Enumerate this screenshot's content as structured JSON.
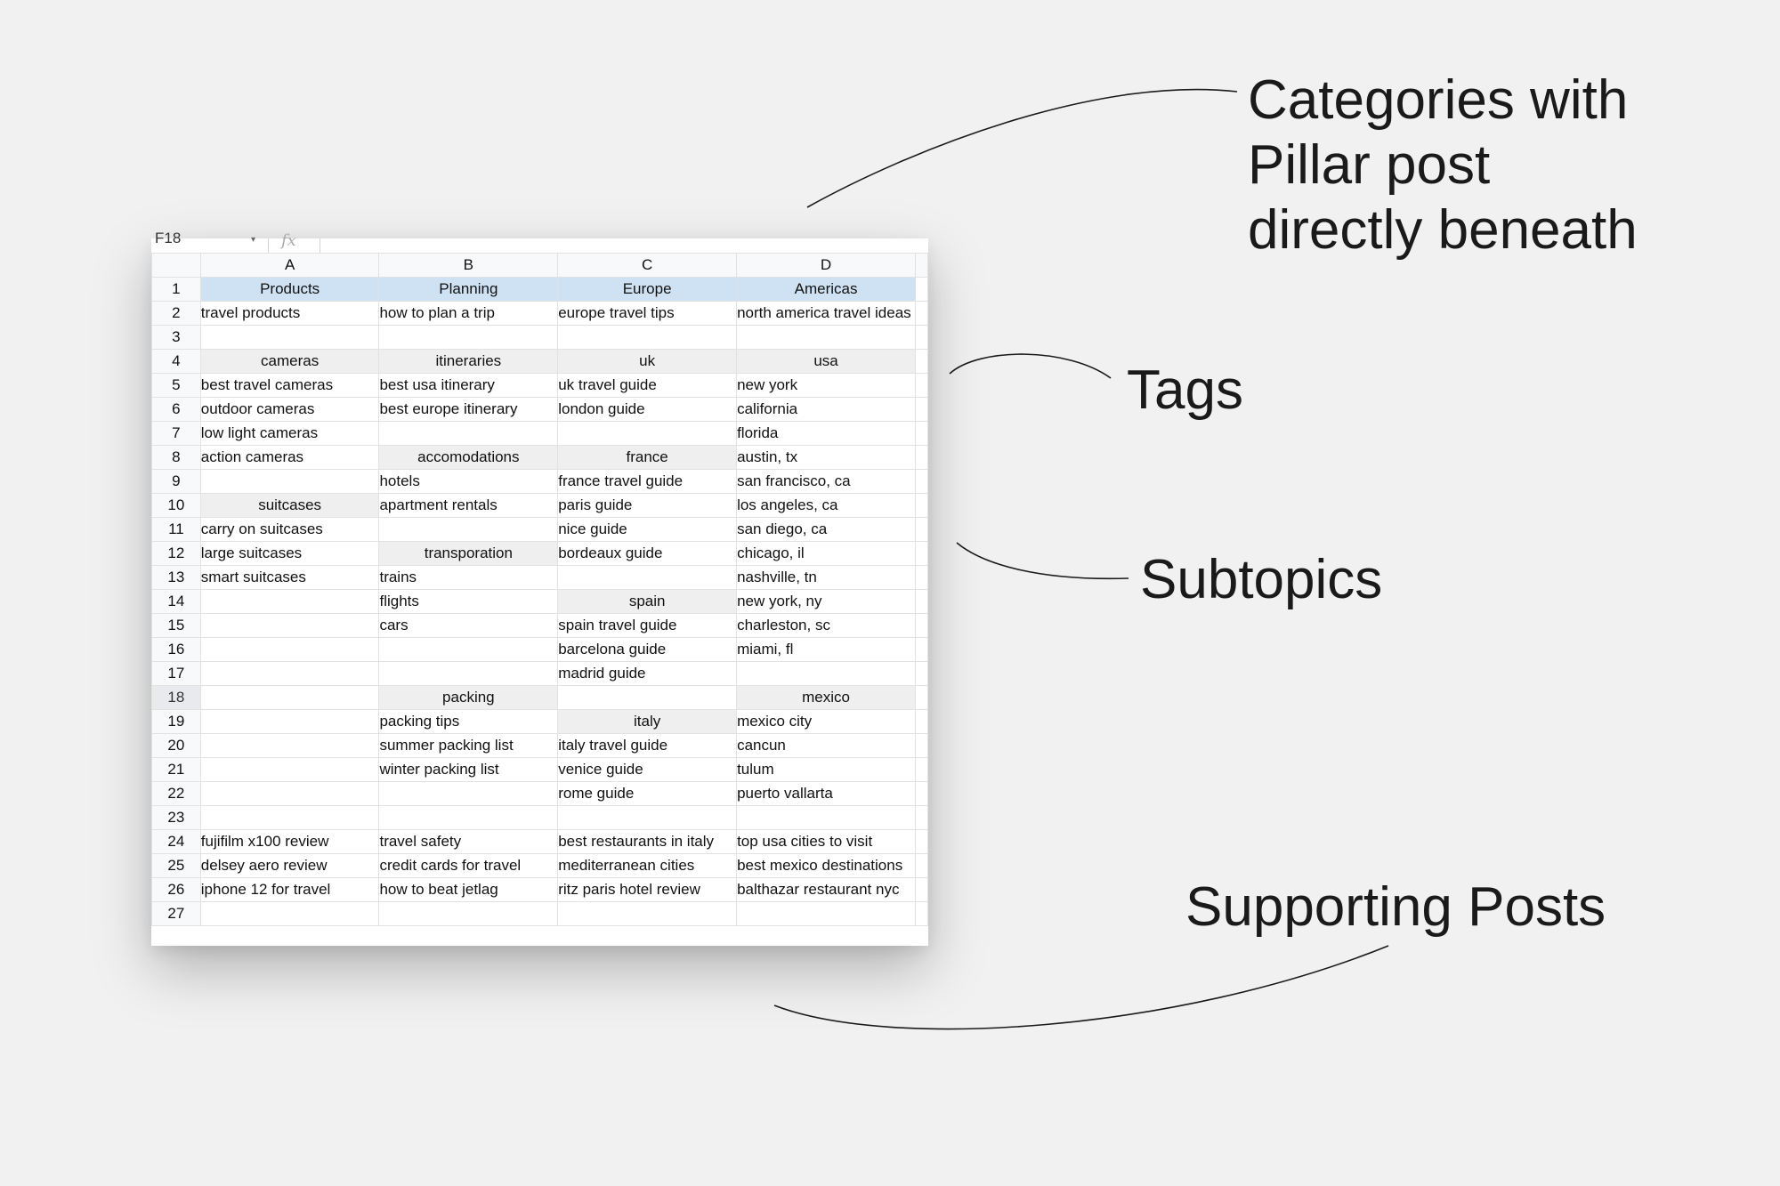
{
  "name_box": "F18",
  "fx_label": "fx",
  "column_headers": [
    "A",
    "B",
    "C",
    "D"
  ],
  "rows": [
    {
      "n": "1",
      "selected": false,
      "cells": [
        {
          "text": "Products",
          "style": "blue"
        },
        {
          "text": "Planning",
          "style": "blue"
        },
        {
          "text": "Europe",
          "style": "blue"
        },
        {
          "text": "Americas",
          "style": "blue"
        }
      ]
    },
    {
      "n": "2",
      "selected": false,
      "cells": [
        {
          "text": "travel products"
        },
        {
          "text": "how to plan a trip"
        },
        {
          "text": "europe travel tips"
        },
        {
          "text": "north america travel ideas"
        }
      ]
    },
    {
      "n": "3",
      "selected": false,
      "cells": [
        {
          "text": ""
        },
        {
          "text": ""
        },
        {
          "text": ""
        },
        {
          "text": ""
        }
      ]
    },
    {
      "n": "4",
      "selected": false,
      "cells": [
        {
          "text": "cameras",
          "style": "gray"
        },
        {
          "text": "itineraries",
          "style": "gray"
        },
        {
          "text": "uk",
          "style": "gray"
        },
        {
          "text": "usa",
          "style": "gray"
        }
      ]
    },
    {
      "n": "5",
      "selected": false,
      "cells": [
        {
          "text": "best travel cameras"
        },
        {
          "text": "best usa itinerary"
        },
        {
          "text": "uk travel guide"
        },
        {
          "text": "new york"
        }
      ]
    },
    {
      "n": "6",
      "selected": false,
      "cells": [
        {
          "text": "outdoor cameras"
        },
        {
          "text": "best europe itinerary"
        },
        {
          "text": "london guide"
        },
        {
          "text": "california"
        }
      ]
    },
    {
      "n": "7",
      "selected": false,
      "cells": [
        {
          "text": "low light cameras"
        },
        {
          "text": ""
        },
        {
          "text": ""
        },
        {
          "text": "florida"
        }
      ]
    },
    {
      "n": "8",
      "selected": false,
      "cells": [
        {
          "text": "action cameras"
        },
        {
          "text": "accomodations",
          "style": "gray"
        },
        {
          "text": "france",
          "style": "gray"
        },
        {
          "text": "austin, tx"
        }
      ]
    },
    {
      "n": "9",
      "selected": false,
      "cells": [
        {
          "text": ""
        },
        {
          "text": "hotels"
        },
        {
          "text": "france travel guide"
        },
        {
          "text": "san francisco, ca"
        }
      ]
    },
    {
      "n": "10",
      "selected": false,
      "cells": [
        {
          "text": "suitcases",
          "style": "gray"
        },
        {
          "text": "apartment rentals"
        },
        {
          "text": "paris guide"
        },
        {
          "text": "los angeles, ca"
        }
      ]
    },
    {
      "n": "11",
      "selected": false,
      "cells": [
        {
          "text": "carry on suitcases"
        },
        {
          "text": ""
        },
        {
          "text": "nice guide"
        },
        {
          "text": "san diego, ca"
        }
      ]
    },
    {
      "n": "12",
      "selected": false,
      "cells": [
        {
          "text": "large suitcases"
        },
        {
          "text": "transporation",
          "style": "gray"
        },
        {
          "text": "bordeaux guide"
        },
        {
          "text": "chicago, il"
        }
      ]
    },
    {
      "n": "13",
      "selected": false,
      "cells": [
        {
          "text": "smart suitcases"
        },
        {
          "text": "trains"
        },
        {
          "text": ""
        },
        {
          "text": "nashville, tn"
        }
      ]
    },
    {
      "n": "14",
      "selected": false,
      "cells": [
        {
          "text": ""
        },
        {
          "text": "flights"
        },
        {
          "text": "spain",
          "style": "gray"
        },
        {
          "text": "new york, ny"
        }
      ]
    },
    {
      "n": "15",
      "selected": false,
      "cells": [
        {
          "text": ""
        },
        {
          "text": "cars"
        },
        {
          "text": "spain travel guide"
        },
        {
          "text": "charleston, sc"
        }
      ]
    },
    {
      "n": "16",
      "selected": false,
      "cells": [
        {
          "text": ""
        },
        {
          "text": ""
        },
        {
          "text": "barcelona guide"
        },
        {
          "text": "miami, fl"
        }
      ]
    },
    {
      "n": "17",
      "selected": false,
      "cells": [
        {
          "text": ""
        },
        {
          "text": ""
        },
        {
          "text": "madrid guide"
        },
        {
          "text": ""
        }
      ]
    },
    {
      "n": "18",
      "selected": true,
      "cells": [
        {
          "text": ""
        },
        {
          "text": "packing",
          "style": "gray"
        },
        {
          "text": ""
        },
        {
          "text": "mexico",
          "style": "gray"
        }
      ]
    },
    {
      "n": "19",
      "selected": false,
      "cells": [
        {
          "text": ""
        },
        {
          "text": "packing tips"
        },
        {
          "text": "italy",
          "style": "gray"
        },
        {
          "text": "mexico city"
        }
      ]
    },
    {
      "n": "20",
      "selected": false,
      "cells": [
        {
          "text": ""
        },
        {
          "text": "summer packing list"
        },
        {
          "text": "italy travel guide"
        },
        {
          "text": "cancun"
        }
      ]
    },
    {
      "n": "21",
      "selected": false,
      "cells": [
        {
          "text": ""
        },
        {
          "text": "winter packing list"
        },
        {
          "text": "venice guide"
        },
        {
          "text": "tulum"
        }
      ]
    },
    {
      "n": "22",
      "selected": false,
      "cells": [
        {
          "text": ""
        },
        {
          "text": ""
        },
        {
          "text": "rome guide"
        },
        {
          "text": "puerto vallarta"
        }
      ]
    },
    {
      "n": "23",
      "selected": false,
      "cells": [
        {
          "text": ""
        },
        {
          "text": ""
        },
        {
          "text": ""
        },
        {
          "text": ""
        }
      ]
    },
    {
      "n": "24",
      "selected": false,
      "cells": [
        {
          "text": "fujifilm x100 review"
        },
        {
          "text": "travel safety"
        },
        {
          "text": "best restaurants in italy"
        },
        {
          "text": "top usa cities to visit"
        }
      ]
    },
    {
      "n": "25",
      "selected": false,
      "cells": [
        {
          "text": "delsey aero review"
        },
        {
          "text": "credit cards for travel"
        },
        {
          "text": "mediterranean cities"
        },
        {
          "text": "best mexico destinations"
        }
      ]
    },
    {
      "n": "26",
      "selected": false,
      "cells": [
        {
          "text": "iphone 12 for travel"
        },
        {
          "text": "how to beat jetlag"
        },
        {
          "text": "ritz paris hotel review"
        },
        {
          "text": "balthazar restaurant nyc"
        }
      ]
    },
    {
      "n": "27",
      "selected": false,
      "cells": [
        {
          "text": ""
        },
        {
          "text": ""
        },
        {
          "text": ""
        },
        {
          "text": ""
        }
      ]
    }
  ],
  "callouts": {
    "categories": [
      "Categories with",
      "Pillar post",
      "directly beneath"
    ],
    "tags": "Tags",
    "subtopics": "Subtopics",
    "supporting": "Supporting Posts"
  },
  "colors": {
    "background": "#f1f1f1",
    "category_header_fill": "#cfe2f3",
    "subtopic_header_fill": "#efefef"
  }
}
